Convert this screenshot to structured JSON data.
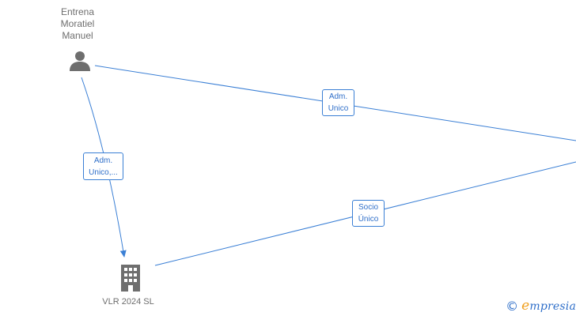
{
  "nodes": {
    "person": {
      "name": "Entrena\nMoratiel\nManuel",
      "icon": "person-icon",
      "color": "#6e6e6e"
    },
    "company": {
      "name": "VLR 2024  SL",
      "icon": "building-icon",
      "color": "#6e6e6e"
    }
  },
  "edges": {
    "person_to_offscreen": {
      "label": "Adm.\nUnico"
    },
    "person_to_company": {
      "label": "Adm.\nUnico,..."
    },
    "company_to_offscreen": {
      "label": "Socio\nÚnico"
    }
  },
  "colors": {
    "edge": "#3a7fd5",
    "label_text": "#2f6fc9"
  },
  "brand": {
    "copyright_symbol": "©",
    "first_letter": "e",
    "rest": "mpresia"
  }
}
